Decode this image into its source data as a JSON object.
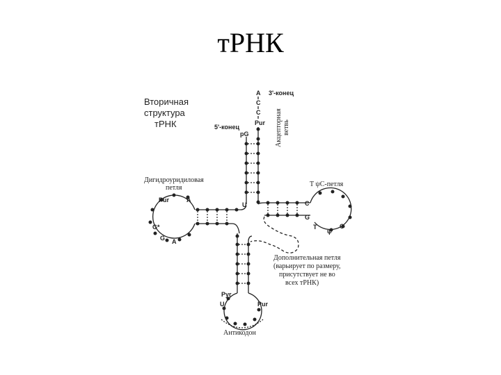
{
  "slide": {
    "title": "тРНК"
  },
  "diagram": {
    "heading": [
      "Вторичная",
      "структура",
      "тРНК"
    ],
    "acceptor_end": {
      "label": "3'-конец",
      "nucleotides": [
        "A",
        "C",
        "C",
        "Pur"
      ]
    },
    "five_prime": {
      "label": "5'-конец",
      "nucleotide": "pG"
    },
    "acceptor_stem_label": [
      "Акцепторная",
      "ветвь"
    ],
    "d_loop": {
      "label": [
        "Дигидроуридиловая",
        "петля"
      ],
      "nucleotides": [
        "Pur",
        "A",
        "G*",
        "G",
        "A"
      ]
    },
    "u_label": "U",
    "t_loop": {
      "label": "T ψC-петля",
      "nucleotides": [
        "C",
        "G",
        "T",
        "ψ",
        "C"
      ]
    },
    "variable_loop_label": [
      "Дополнительная петля",
      "(варьирует по размеру,",
      "присутствует не во",
      "всех тРНК)"
    ],
    "anticodon_loop": {
      "nucleotides": [
        "Pyr",
        "U",
        "Pur"
      ],
      "label": "Антикодон"
    }
  }
}
